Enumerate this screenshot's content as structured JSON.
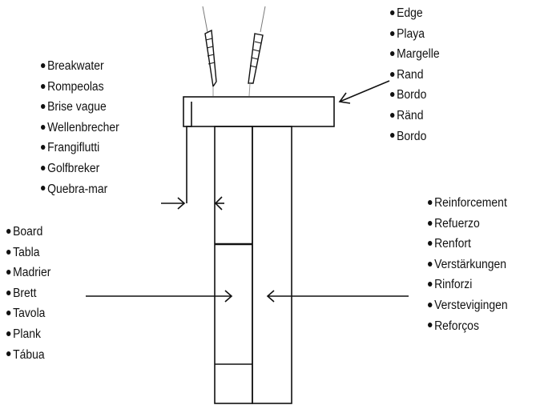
{
  "lists": {
    "edge": [
      "Edge",
      "Playa",
      "Margelle",
      "Rand",
      "Bordo",
      "Ränd",
      "Bordo"
    ],
    "breakwater": [
      "Breakwater",
      "Rompeolas",
      "Brise vague",
      "Wellenbrecher",
      "Frangiflutti",
      "Golfbreker",
      "Quebra-mar"
    ],
    "board": [
      "Board",
      "Tabla",
      "Madrier",
      "Brett",
      "Tavola",
      "Plank",
      "Tábua"
    ],
    "reinforcement": [
      "Reinforcement",
      "Refuerzo",
      "Renfort",
      "Verstärkungen",
      "Rinforzi",
      "Verstevigingen",
      "Reforços"
    ]
  }
}
